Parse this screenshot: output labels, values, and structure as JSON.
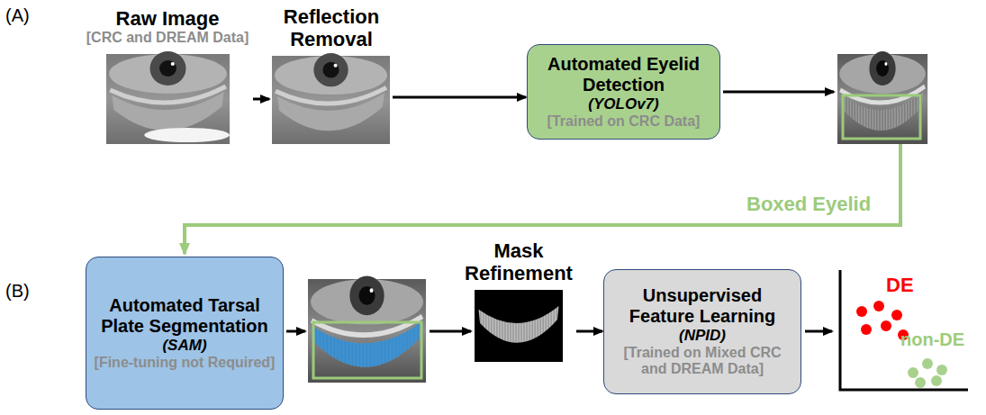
{
  "diagram": {
    "nodes": [
      {
        "text": [
          "Raw Image",
          "[CRC and DREAM Data]"
        ]
      },
      {
        "text": [
          "Reflection Removal"
        ]
      },
      {
        "text": [
          "Automated Eyelid Detection",
          "(YOLOv7)",
          "[Trained on CRC Data]"
        ]
      },
      {
        "text": [
          "Automated Tarsal Plate Segmentation",
          "(SAM)",
          "[Fine-tuning not Required]"
        ]
      },
      {
        "text": [
          "Mask Refinement"
        ]
      },
      {
        "text": [
          "Unsupervised Feature Learning",
          "(NPID)",
          "[Trained on Mixed CRC and DREAM Data]"
        ]
      }
    ],
    "edges": [
      {
        "from": 0,
        "to": 1,
        "arrow": "to"
      },
      {
        "from": 1,
        "to": 2,
        "arrow": "to"
      },
      {
        "from": 4,
        "to": 5,
        "arrow": "to"
      }
    ],
    "labels": [
      "(A)",
      "(B)",
      "Boxed Eyelid",
      "DE",
      "non-DE"
    ]
  }
}
